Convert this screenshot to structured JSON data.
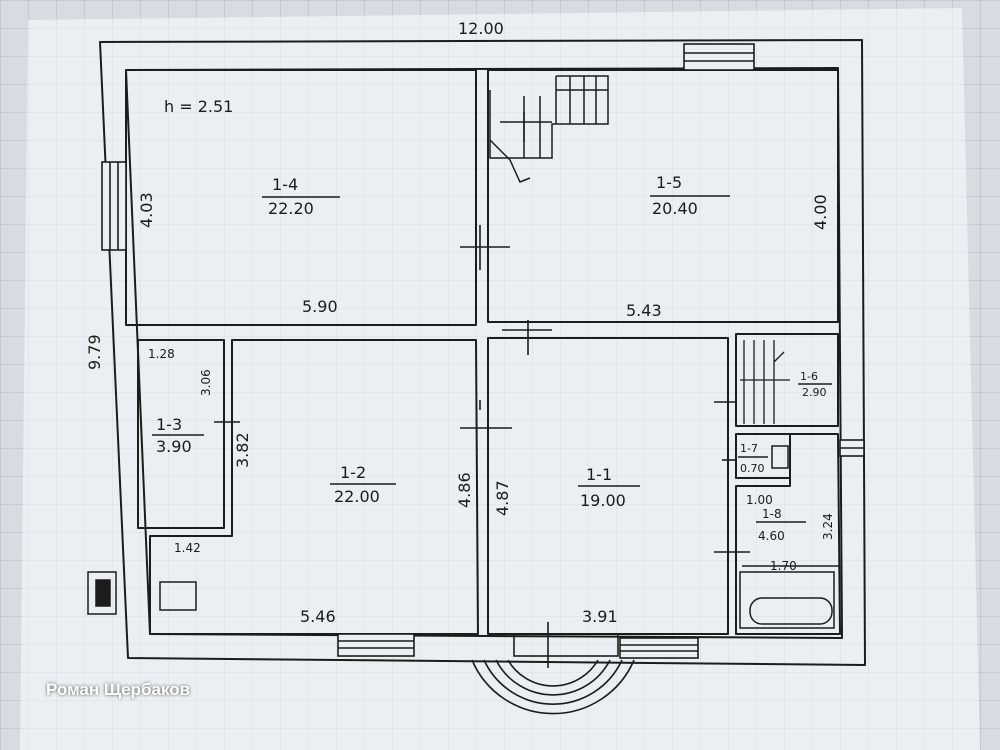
{
  "overall_width": "12.00",
  "overall_depth": "9.79",
  "ceiling_height": "h = 2.51",
  "rooms": [
    {
      "id": "1-4",
      "area": "22.20"
    },
    {
      "id": "1-5",
      "area": "20.40"
    },
    {
      "id": "1-3",
      "area": "3.90"
    },
    {
      "id": "1-2",
      "area": "22.00"
    },
    {
      "id": "1-1",
      "area": "19.00"
    },
    {
      "id": "1-6",
      "area": "2.90"
    },
    {
      "id": "1-7",
      "area": "0.70"
    },
    {
      "id": "1-8",
      "area": "4.60"
    }
  ],
  "dimensions": {
    "r14_height": "4.03",
    "r14_width": "5.90",
    "r15_height": "4.00",
    "r15_width": "5.43",
    "r13_width": "1.28",
    "r13_height": "3.06",
    "r12_left": "3.82",
    "r12_bottom_left": "1.42",
    "r12_width": "5.46",
    "r12_right": "4.86",
    "r11_left": "4.87",
    "r11_width": "3.91",
    "r18_width_top": "1.00",
    "r18_height": "3.24",
    "r18_width_bottom": "1.70"
  },
  "watermark": "Роман Щербаков"
}
